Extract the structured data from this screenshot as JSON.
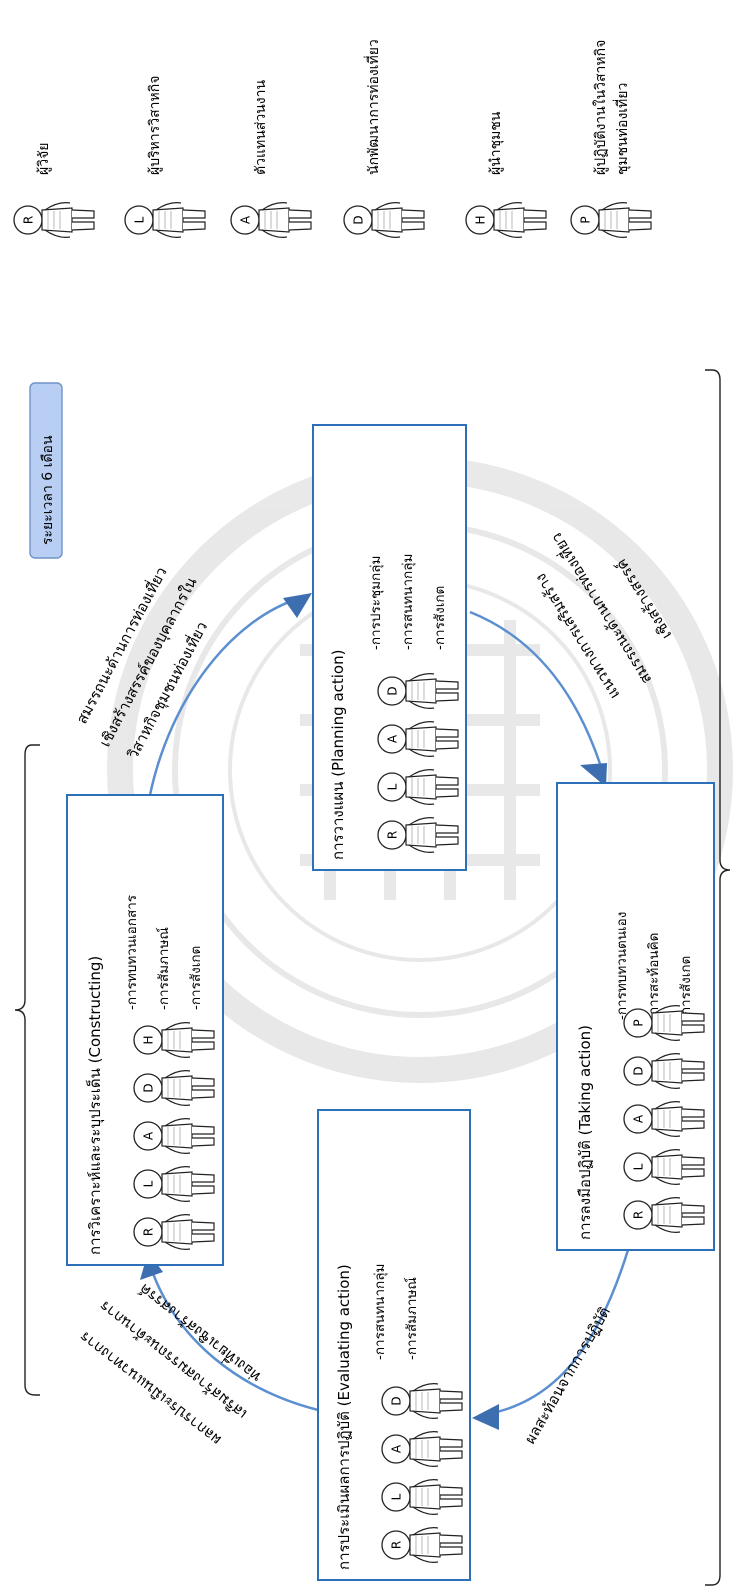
{
  "duration_label": "ระยะเวลา 6 เดือน",
  "legend": [
    {
      "letter": "R",
      "label": "ผู้วิจัย"
    },
    {
      "letter": "L",
      "label": "ผู้บริหารวิสาหกิจ"
    },
    {
      "letter": "A",
      "label": "ตัวแทนส่วนงาน"
    },
    {
      "letter": "D",
      "label": "นักพัฒนาการท่องเที่ยว"
    },
    {
      "letter": "H",
      "label": "ผู้นำชุมชน"
    },
    {
      "letter": "P",
      "label": "ผู้ปฏิบัติงานในวิสาหกิจ ชุมชนท่องเที่ยว"
    }
  ],
  "stages": {
    "constructing": {
      "title": "การวิเคราะห์และระบุประเด็น (Constructing)",
      "participants": [
        "R",
        "L",
        "A",
        "D",
        "H"
      ],
      "methods": [
        "-การทบทวนเอกสาร",
        "-การสัมภาษณ์",
        "-การสังเกต"
      ]
    },
    "planning": {
      "title": "การวางแผน (Planning action)",
      "participants": [
        "R",
        "L",
        "A",
        "D"
      ],
      "methods": [
        "-การประชุมกลุ่ม",
        "-การสนทนากลุ่ม",
        "-การสังเกต"
      ]
    },
    "taking": {
      "title": "การลงมือปฏิบัติ (Taking action)",
      "participants": [
        "R",
        "L",
        "A",
        "D",
        "P"
      ],
      "methods": [
        "-การทบทวนตนเอง",
        "-การสะท้อนคิด",
        "-การสังเกต"
      ]
    },
    "evaluating": {
      "title": "การประเมินผลการปฏิบัติ (Evaluating action)",
      "participants": [
        "R",
        "L",
        "A",
        "D"
      ],
      "methods": [
        "-การสนทนากลุ่ม",
        "-การสัมภาษณ์"
      ]
    }
  },
  "arc_labels": {
    "top": [
      "สมรรถนะด้านการท่องเที่ยว",
      "เชิงสร้างสรรค์ของบุคลากรใน",
      "วิสาหกิจชุมชนท่องเที่ยว"
    ],
    "right": [
      "แนวทางการเสริมสร้าง",
      "สมรรถนะด้านการท่องเที่ยว",
      "เชิงสร้างสรรค์"
    ],
    "bottom": [
      "ผลสะท้อนจากการปฏิบัติ"
    ],
    "left": [
      "ผลการประเมินแนวทางการ",
      "เสริมสร้างสมรรถนะด้านการ",
      "ท่องเที่ยวเชิงสร้างสรรค์"
    ]
  },
  "colors": {
    "box_border": "#2e6fba",
    "arrow": "#3d6fb0",
    "cycle_line": "#5b8fcf",
    "badge_fill": "#b8cff3"
  }
}
